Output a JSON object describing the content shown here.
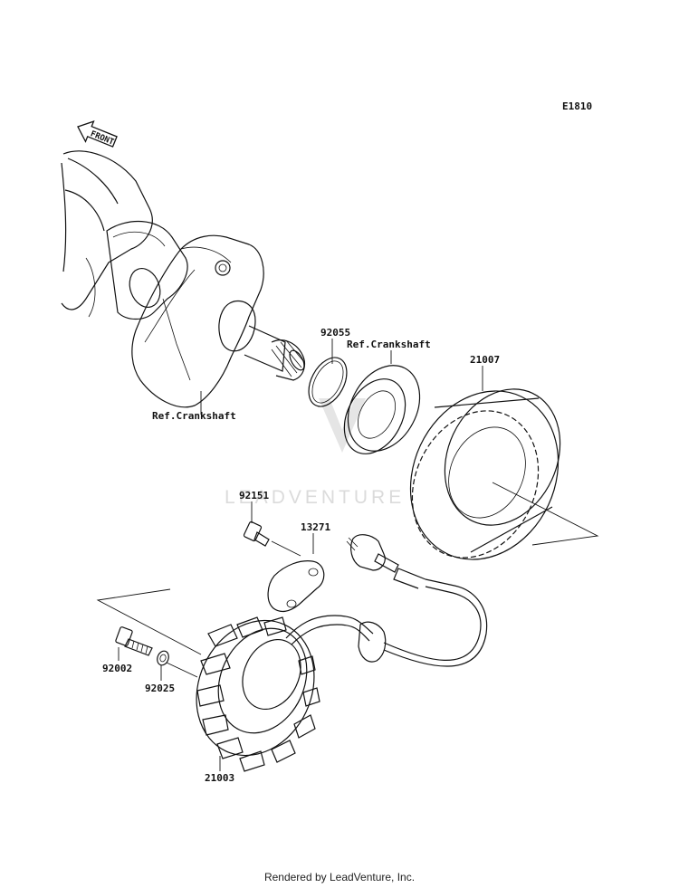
{
  "diagram_code": "E1810",
  "front_arrow_label": "FRONT",
  "watermark_text": "LEADVENTURE",
  "footer_text": "Rendered by LeadVenture, Inc.",
  "labels": {
    "p92055": "92055",
    "ref_crank_upper": "Ref.Crankshaft",
    "ref_crank_lower": "Ref.Crankshaft",
    "p21007": "21007",
    "p92151": "92151",
    "p13271": "13271",
    "p92002": "92002",
    "p92025": "92025",
    "p21003": "21003"
  }
}
